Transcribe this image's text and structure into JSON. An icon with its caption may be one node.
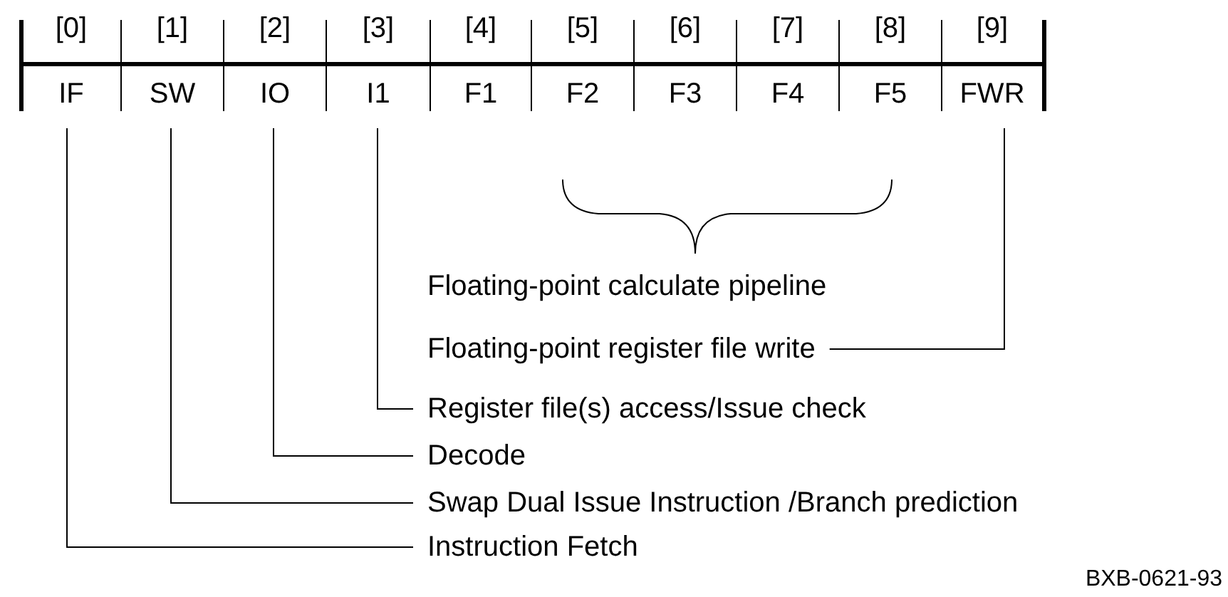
{
  "diagram": {
    "nodes": [
      {
        "text": [
          "[0]",
          "IF"
        ]
      },
      {
        "text": [
          "[1]",
          "SW"
        ]
      },
      {
        "text": [
          "[2]",
          "IO"
        ]
      },
      {
        "text": [
          "[3]",
          "I1"
        ]
      },
      {
        "text": [
          "[4]",
          "F1"
        ]
      },
      {
        "text": [
          "[5]",
          "F2"
        ]
      },
      {
        "text": [
          "[6]",
          "F3"
        ]
      },
      {
        "text": [
          "[7]",
          "F4"
        ]
      },
      {
        "text": [
          "[8]",
          "F5"
        ]
      },
      {
        "text": [
          "[9]",
          "FWR"
        ]
      },
      {
        "text": [
          "Floating-point register file write"
        ]
      },
      {
        "text": [
          "Register file(s) access/Issue check"
        ]
      },
      {
        "text": [
          "Decode"
        ]
      },
      {
        "text": [
          "Swap Dual Issue Instruction /Branch prediction"
        ]
      },
      {
        "text": [
          "Instruction Fetch"
        ]
      }
    ],
    "edges": [
      {
        "from": 10,
        "to": 9,
        "arrow": "none"
      },
      {
        "from": 11,
        "to": 3,
        "arrow": "none"
      },
      {
        "from": 12,
        "to": 2,
        "arrow": "none"
      },
      {
        "from": 13,
        "to": 1,
        "arrow": "none"
      },
      {
        "from": 14,
        "to": 0,
        "arrow": "none"
      }
    ],
    "labels": [
      "Floating-point calculate pipeline",
      "BXB-0621-93"
    ]
  }
}
